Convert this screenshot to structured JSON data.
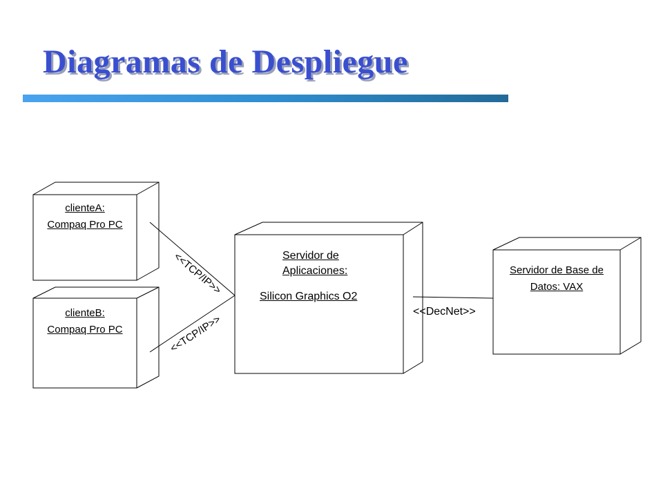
{
  "slide": {
    "title": "Diagramas de Despliegue"
  },
  "nodes": {
    "clienteA": {
      "line1": "clienteA:",
      "line2": "Compaq Pro PC"
    },
    "clienteB": {
      "line1": "clienteB:",
      "line2": "Compaq Pro PC"
    },
    "appServer": {
      "line1": "Servidor de ",
      "line2": "Aplicaciones: ",
      "line3": "Silicon Graphics O2"
    },
    "dbServer": {
      "line1": "Servidor de Base de ",
      "line2": "Datos: VAX"
    }
  },
  "connections": {
    "tcpA": "<<TCP/IP>>",
    "tcpB": "<<TCP/IP>>",
    "decnet": "<<DecNet>>"
  }
}
